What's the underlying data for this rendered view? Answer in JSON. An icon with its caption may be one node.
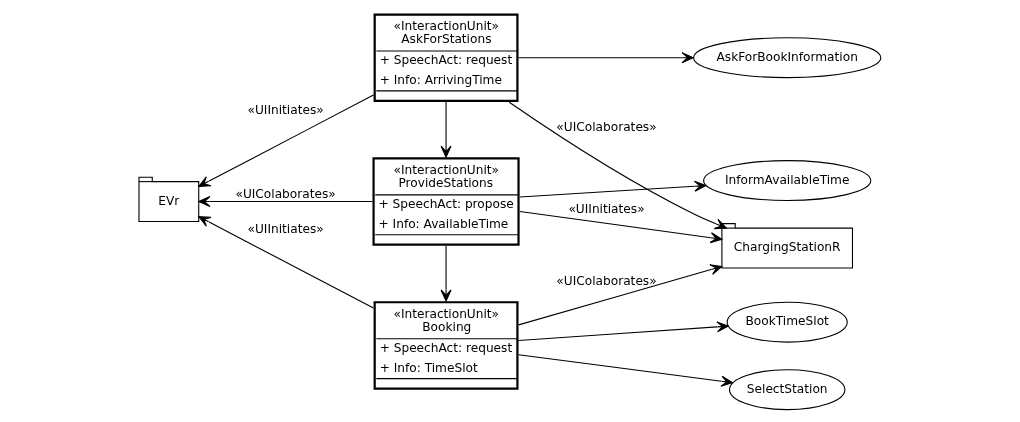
{
  "diagram": {
    "nodes": [
      {
        "text": [
          "AskForBookInformation"
        ]
      },
      {
        "text": [
          "«InteractionUnit»",
          "AskForStations",
          "+ SpeechAct: request",
          "+ Info: ArrivingTime"
        ]
      },
      {
        "text": [
          "EVr"
        ]
      },
      {
        "text": [
          "ChargingStationR"
        ]
      },
      {
        "text": [
          "«InteractionUnit»",
          "ProvideStations",
          "+ SpeechAct: propose",
          "+ Info: AvailableTime"
        ]
      },
      {
        "text": [
          "InformAvailableTime"
        ]
      },
      {
        "text": [
          "SelectStation"
        ]
      },
      {
        "text": [
          "«InteractionUnit»",
          "Booking",
          "+ SpeechAct: request",
          "+ Info: TimeSlot"
        ]
      },
      {
        "text": [
          "BookTimeSlot"
        ]
      }
    ],
    "edges": [
      {
        "from": 1,
        "to": 2,
        "arrow": "to",
        "label": "«UIInitiates»"
      },
      {
        "from": 1,
        "to": 0,
        "arrow": "to"
      },
      {
        "from": 1,
        "to": 4,
        "arrow": "to"
      },
      {
        "from": 1,
        "to": 3,
        "arrow": "to",
        "label": "«UIColaborates»"
      },
      {
        "from": 4,
        "to": 2,
        "arrow": "to",
        "label": "«UIColaborates»"
      },
      {
        "from": 4,
        "to": 3,
        "arrow": "to",
        "label": "«UIInitiates»"
      },
      {
        "from": 4,
        "to": 5,
        "arrow": "to"
      },
      {
        "from": 4,
        "to": 7,
        "arrow": "to"
      },
      {
        "from": 7,
        "to": 2,
        "arrow": "to",
        "label": "«UIInitiates»"
      },
      {
        "from": 7,
        "to": 6,
        "arrow": "to"
      },
      {
        "from": 7,
        "to": 3,
        "arrow": "to",
        "label": "«UIColaborates»"
      },
      {
        "from": 7,
        "to": 8,
        "arrow": "to"
      }
    ]
  }
}
